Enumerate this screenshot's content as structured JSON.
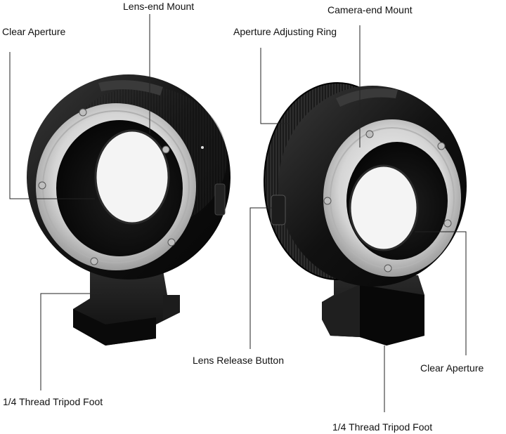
{
  "labels": {
    "lens_end_mount": "Lens-end Mount",
    "camera_end_mount": "Camera-end Mount",
    "clear_aperture_left": "Clear Aperture",
    "aperture_adjusting_ring": "Aperture Adjusting Ring",
    "lens_release_button": "Lens Release Button",
    "clear_aperture_right": "Clear Aperture",
    "tripod_foot_left": "1/4 Thread Tripod Foot",
    "tripod_foot_right": "1/4 Thread Tripod Foot"
  },
  "colors": {
    "body": "#111111",
    "metal": "#d9d9d9",
    "leader_line": "#222222",
    "text": "#111111"
  }
}
